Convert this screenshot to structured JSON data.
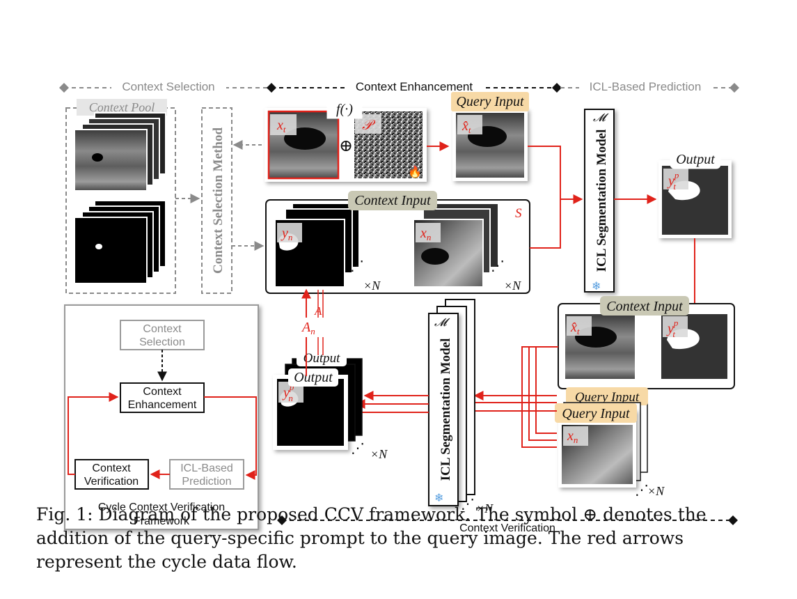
{
  "phases": {
    "context_selection": "Context Selection",
    "context_enhancement": "Context Enhancement",
    "icl_prediction": "ICL-Based Prediction",
    "context_verification": "Context Verification"
  },
  "labels": {
    "context_pool": "Context Pool",
    "context_selection_method": "Context Selection Method",
    "f_fn": "f(·)",
    "prompt_symbol": "𝒫",
    "oplus": "⊕",
    "query_input": "Query Input",
    "context_input": "Context Input",
    "output": "Output",
    "icl_model": "ICL Segmentation Model",
    "model_symbol": "𝓜",
    "set_s": "S",
    "times_n": "×N",
    "xt": "x",
    "xt_sub": "t",
    "xhat_t": "x̂",
    "yn": "y",
    "n_sub": "n",
    "xn": "x",
    "yt_p": "y",
    "p_sup": "p",
    "yn_p": "y",
    "an": "A",
    "an_back": "A",
    "output_back": "Output",
    "query_input_back": "Query Input",
    "fire_icon": "fire-icon",
    "snow_icon": "snowflake-icon"
  },
  "cycle_box": {
    "context_selection": [
      "Context",
      "Selection"
    ],
    "context_enhancement": [
      "Context",
      "Enhancement"
    ],
    "context_verification": [
      "Context",
      "Verification"
    ],
    "icl_prediction": [
      "ICL-Based",
      "Prediction"
    ],
    "title": [
      "Cycle Context Verification",
      "Framework"
    ]
  },
  "caption": "Fig. 1: Diagram of the proposed CCV framework. The symbol ⊕ denotes the addition of the query-specific prompt to the query image. The red arrows represent the cycle data flow.",
  "colors": {
    "red": "#e0221a",
    "gray": "#8f8f8f",
    "label_orange": "#f7d9a6",
    "label_olive": "#c9c8b4",
    "label_gray": "#e6e6e6"
  }
}
